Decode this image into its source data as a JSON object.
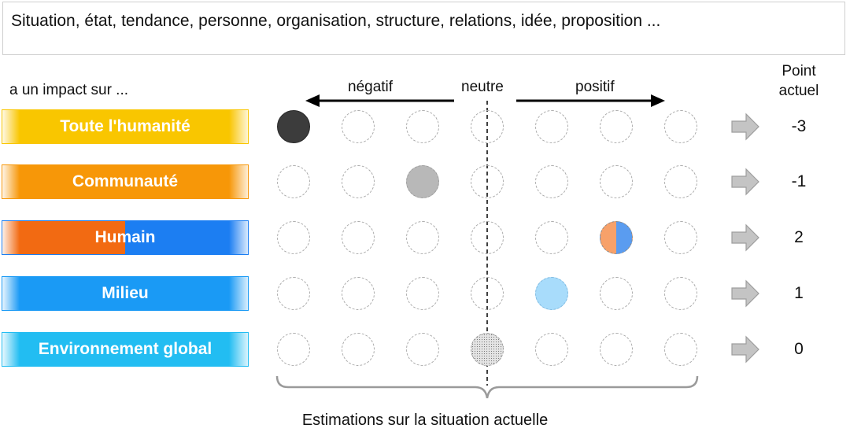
{
  "header_text": "Situation, état, tendance, personne, organisation, structure, relations, idée, proposition ...",
  "impact_label": "a un impact sur ...",
  "scale": {
    "negative_label": "négatif",
    "neutral_label": "neutre",
    "positive_label": "positif",
    "points": [
      -3,
      -2,
      -1,
      0,
      1,
      2,
      3
    ]
  },
  "point_header": [
    "Point",
    "actuel"
  ],
  "rows": [
    {
      "label": "Toute l'humanité",
      "value": "-3",
      "score": -3,
      "marker": "dark",
      "colors": [
        "#f9c600"
      ]
    },
    {
      "label": "Communauté",
      "value": "-1",
      "score": -1,
      "marker": "gray",
      "colors": [
        "#f79708"
      ]
    },
    {
      "label": "Humain",
      "value": "2",
      "score": 2,
      "marker": "split",
      "colors": [
        "#f26a12",
        "#1c7ef2"
      ]
    },
    {
      "label": "Milieu",
      "value": "1",
      "score": 1,
      "marker": "lightblue",
      "colors": [
        "#1a9af5"
      ]
    },
    {
      "label": "Environnement global",
      "value": "0",
      "score": 0,
      "marker": "dotted",
      "colors": [
        "#22bdf2"
      ]
    }
  ],
  "caption": "Estimations sur la situation actuelle"
}
